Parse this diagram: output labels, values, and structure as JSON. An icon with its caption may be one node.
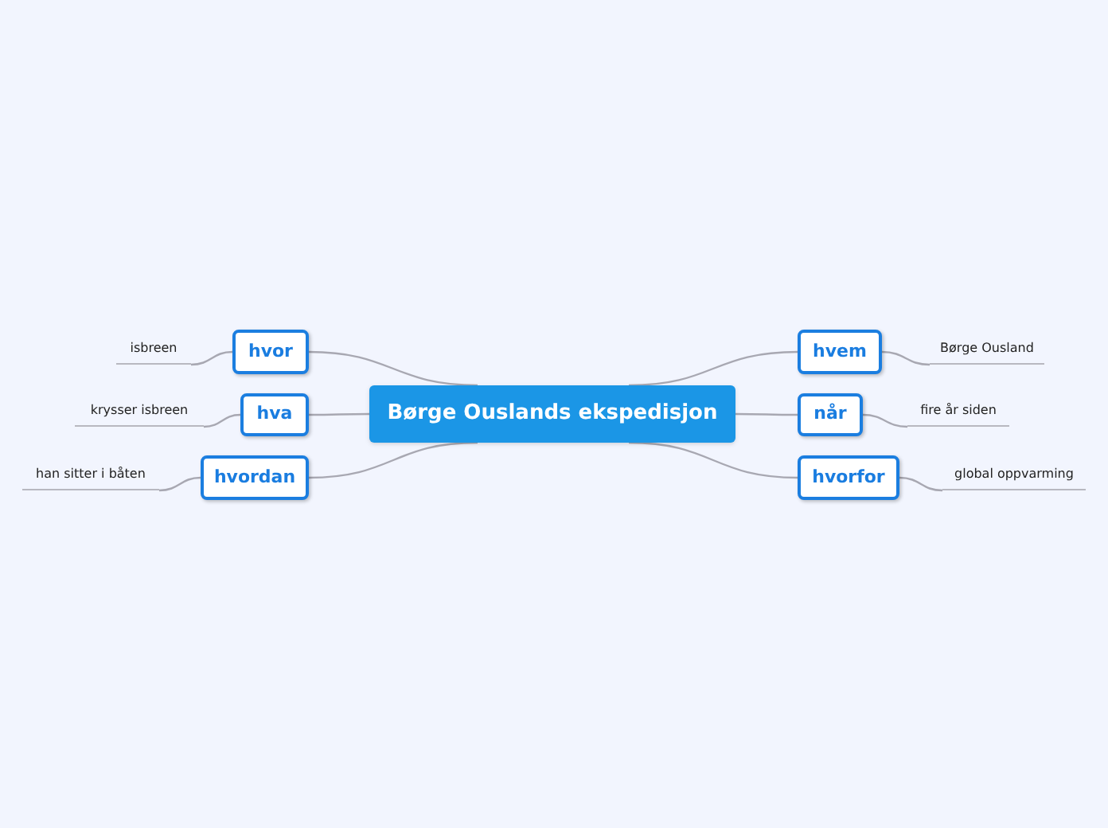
{
  "diagram": {
    "nodes": [
      {
        "text": [
          "Børge Ouslands ekspedisjon"
        ]
      },
      {
        "text": [
          "hvor"
        ]
      },
      {
        "text": [
          "hva"
        ]
      },
      {
        "text": [
          "hvordan"
        ]
      },
      {
        "text": [
          "hvem"
        ]
      },
      {
        "text": [
          "når"
        ]
      },
      {
        "text": [
          "hvorfor"
        ]
      },
      {
        "text": [
          "isbreen"
        ]
      },
      {
        "text": [
          "krysser isbreen"
        ]
      },
      {
        "text": [
          "han sitter i båten"
        ]
      },
      {
        "text": [
          "Børge Ousland"
        ]
      },
      {
        "text": [
          "fire år siden"
        ]
      },
      {
        "text": [
          "global oppvarming"
        ]
      }
    ],
    "edges": [
      {
        "from": 0,
        "to": 1,
        "arrow": "none"
      },
      {
        "from": 0,
        "to": 2,
        "arrow": "none"
      },
      {
        "from": 0,
        "to": 3,
        "arrow": "none"
      },
      {
        "from": 0,
        "to": 4,
        "arrow": "none"
      },
      {
        "from": 0,
        "to": 5,
        "arrow": "none"
      },
      {
        "from": 0,
        "to": 6,
        "arrow": "none"
      },
      {
        "from": 1,
        "to": 7,
        "arrow": "none"
      },
      {
        "from": 2,
        "to": 8,
        "arrow": "none"
      },
      {
        "from": 3,
        "to": 9,
        "arrow": "none"
      },
      {
        "from": 4,
        "to": 10,
        "arrow": "none"
      },
      {
        "from": 5,
        "to": 11,
        "arrow": "none"
      },
      {
        "from": 6,
        "to": 12,
        "arrow": "none"
      }
    ]
  }
}
